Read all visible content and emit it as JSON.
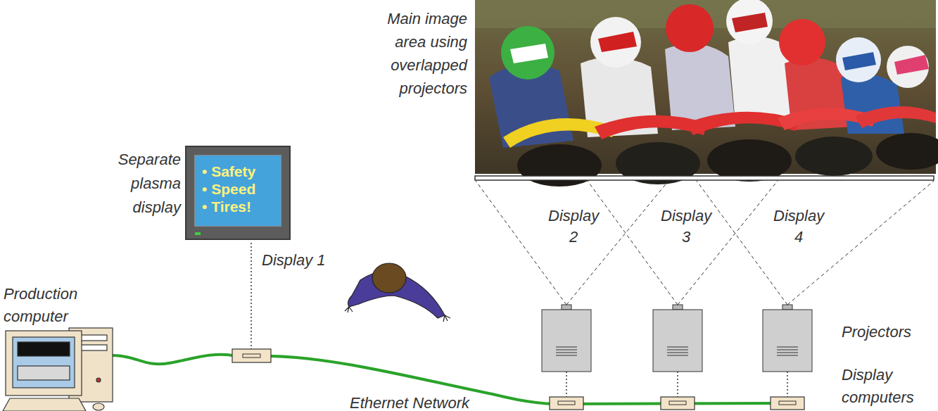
{
  "diagram": {
    "nodes": [
      {
        "text": [
          "• Safety",
          "• Speed",
          "• Tires!"
        ]
      }
    ],
    "labels": [
      "Main image area using overlapped projectors",
      "Separate plasma display",
      "Display 1",
      "Display 2",
      "Display 3",
      "Display 4",
      "Projectors",
      "Display computers",
      "Production computer",
      "Ethernet Network"
    ]
  }
}
